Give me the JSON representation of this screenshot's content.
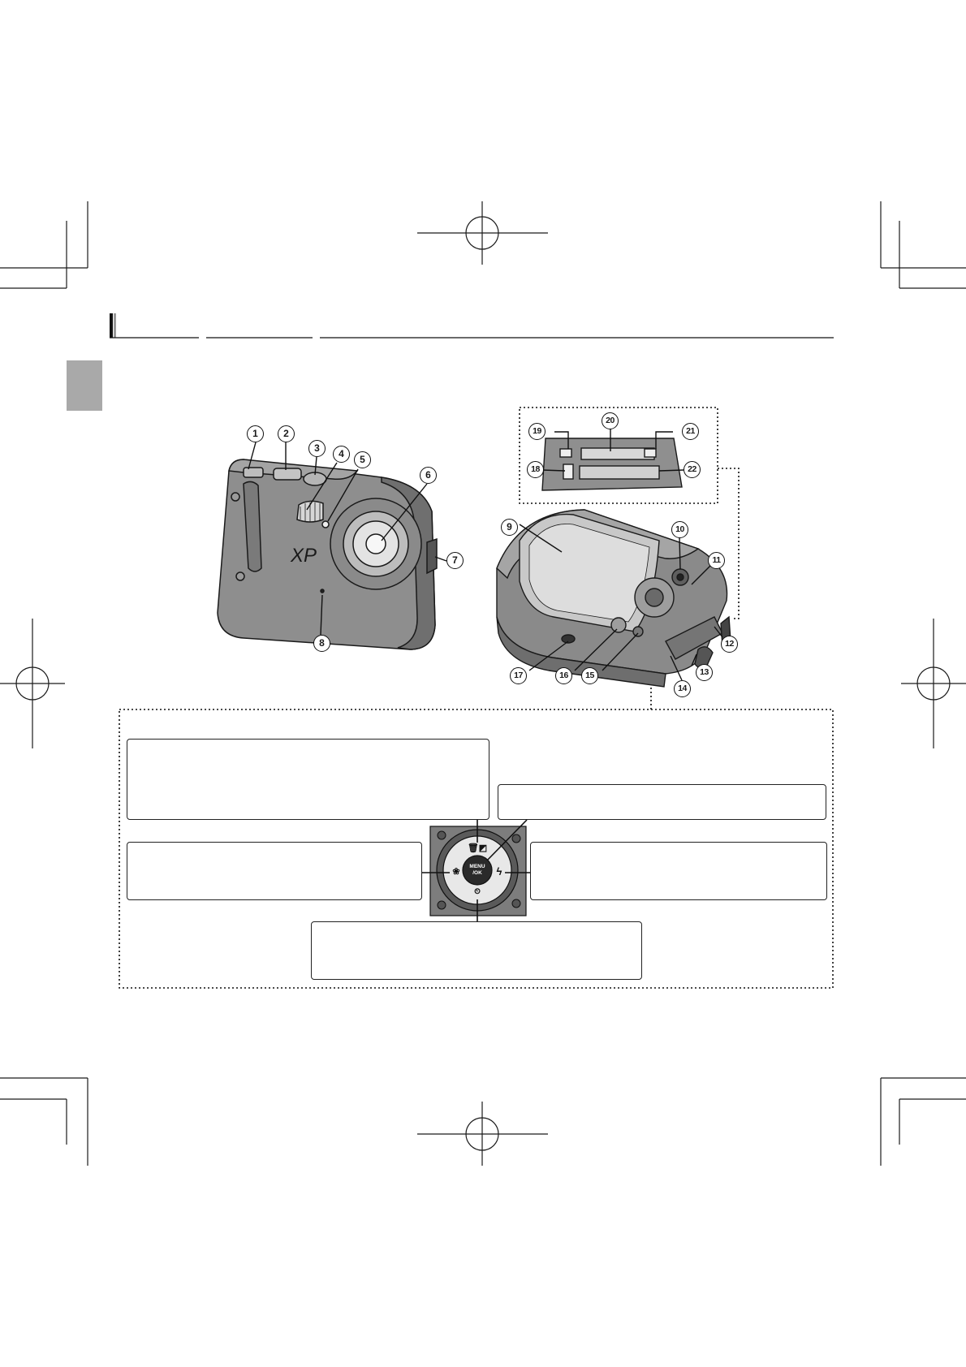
{
  "callouts": {
    "c1": "1",
    "c2": "2",
    "c3": "3",
    "c4": "4",
    "c5": "5",
    "c6": "6",
    "c7": "7",
    "c8": "8",
    "c9": "9",
    "c10": "10",
    "c11": "11",
    "c12": "12",
    "c13": "13",
    "c14": "14",
    "c15": "15",
    "c16": "16",
    "c17": "17",
    "c18": "18",
    "c19": "19",
    "c20": "20",
    "c21": "21",
    "c22": "22"
  },
  "camera_front": {
    "logo_text": "XP"
  },
  "selector": {
    "center_label_line1": "MENU",
    "center_label_line2": "/OK",
    "up_icons": "🗑◩",
    "left_icon": "❀",
    "right_icon": "ϟ",
    "down_icon": "⏲"
  },
  "icons": [
    "registration-mark-icon",
    "crop-mark-icon",
    "trash-icon",
    "exposure-compensation-icon",
    "macro-icon",
    "flash-icon",
    "self-timer-icon"
  ],
  "colors": {
    "section_tab": "#a9a9a9",
    "camera_body": "#8e8e8e",
    "line": "#1a1a1a"
  }
}
